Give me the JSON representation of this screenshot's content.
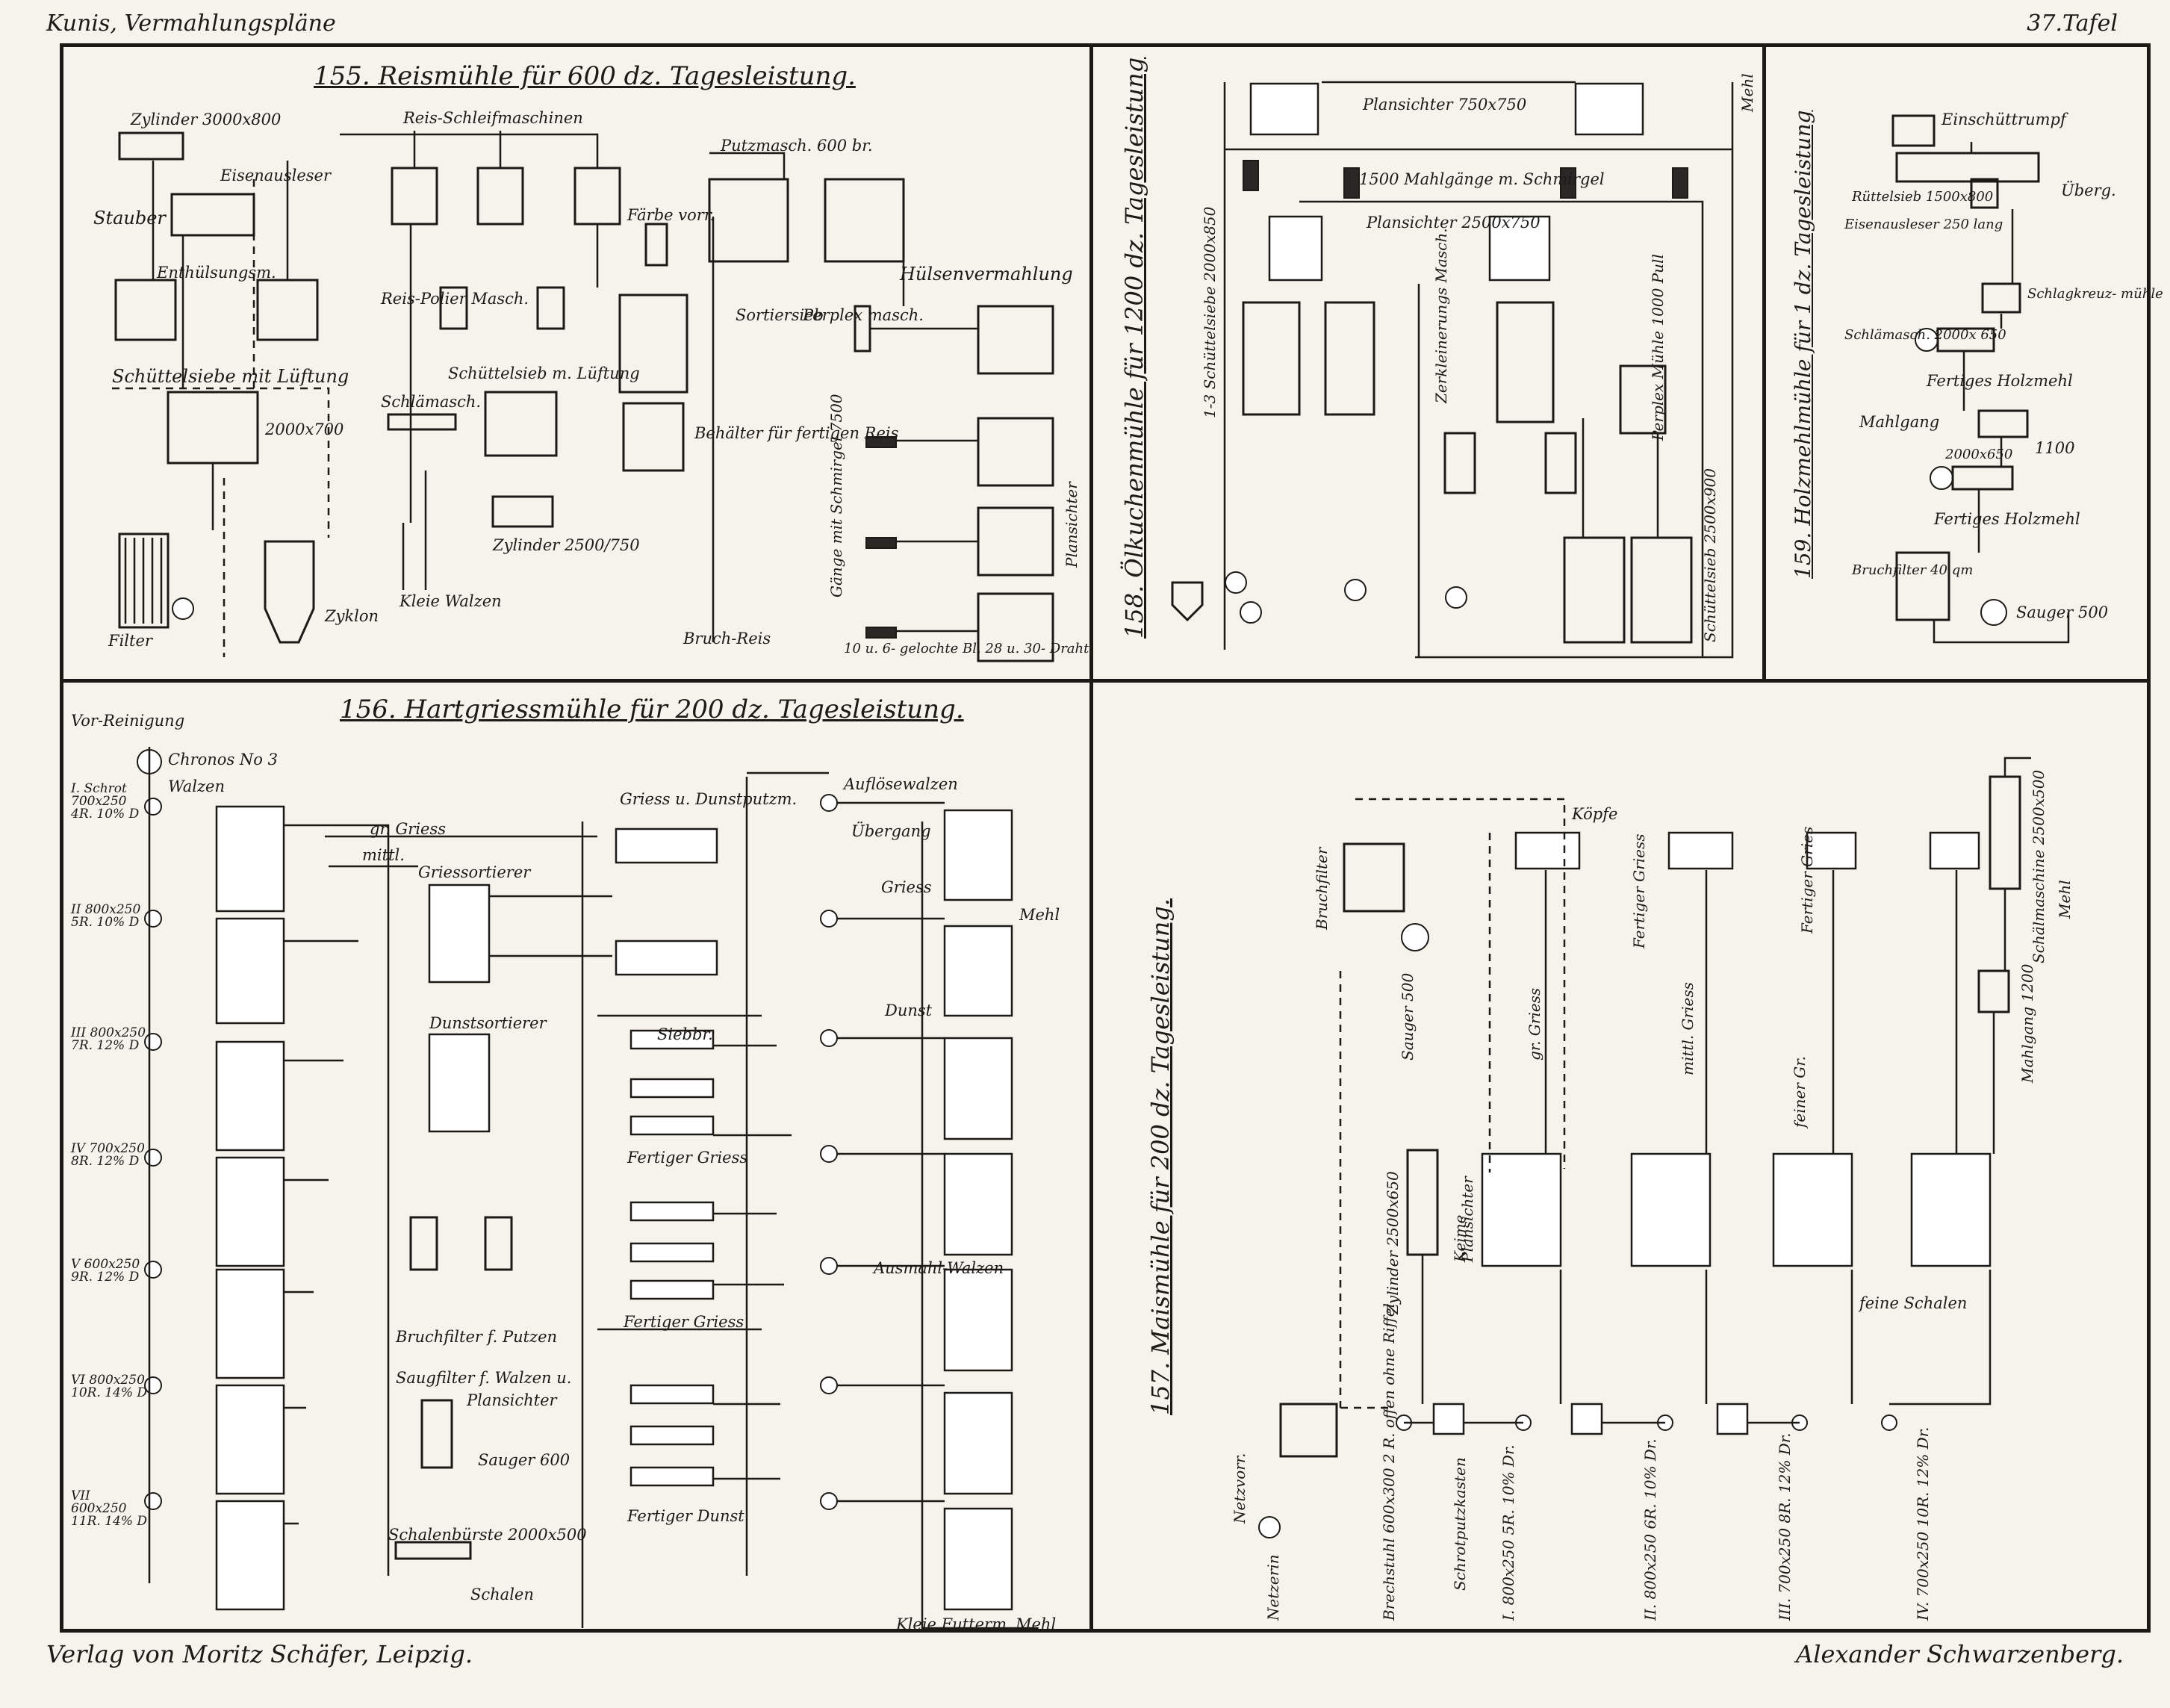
{
  "header": {
    "left": "Kunis, Vermahlungspläne",
    "right": "37.Tafel"
  },
  "footer": {
    "left": "Verlag von Moritz Schäfer, Leipzig.",
    "right": "Alexander Schwarzenberg."
  },
  "plates": {
    "p155": {
      "title": "155. Reismühle für 600 dz. Tagesleistung.",
      "labels": {
        "zylinder": "Zylinder 3000x800",
        "eisenausleser": "Eisenausleser",
        "stauber": "Stauber",
        "enthuelsung": "Enthülsungsm.",
        "schuettelsiebe": "Schüttelsiebe mit Lüftung",
        "dim2000": "2000x700",
        "filter": "Filter",
        "schleifmaschinen": "Reis-Schleifmaschinen",
        "polier": "Reis-Polier Masch.",
        "schuettelsieb": "Schüttelsieb m. Lüftung",
        "schlaemasch": "Schlämasch.",
        "zylinder2": "Zylinder 2500/750",
        "zyklon": "Zyklon",
        "kleie": "Kleie Walzen",
        "putzmasch": "Putzmasch. 600 br.",
        "farbe": "Färbe vorr.",
        "sortiersieb": "Sortiersieb",
        "behaelter": "Behälter für fertigen Reis",
        "bruchreis": "Bruch-Reis",
        "huelsen": "Hülsenvermahlung",
        "perplex": "Perplex masch.",
        "gaenge": "Gänge mit Schmirgel 7500",
        "planssichter": "Plansichter",
        "gelochte": "10 u. 6- gelochte Bl. 28 u. 30- Draht"
      }
    },
    "p156": {
      "title": "156. Hartgriessmühle für 200 dz. Tagesleistung.",
      "labels": {
        "vorreinigung": "Vor-Reinigung",
        "chronos": "Chronos No 3",
        "walzen": "Walzen",
        "schrot1": "I. Schrot 700x250 4R. 10% D",
        "schrot2": "II 800x250 5R. 10% D",
        "schrot3": "III 800x250 7R. 12% D",
        "schrot4": "IV 700x250 8R. 12% D",
        "schrot5": "V 600x250 9R. 12% D",
        "schrot6": "VI 800x250 10R. 14% D",
        "schrot7": "VII 600x250 11R. 14% D",
        "grgriess": "gr. Griess",
        "mittl": "mittl.",
        "griessortierer": "Griessortierer",
        "dunstsortierer": "Dunstsortierer",
        "bruchfilter": "Bruchfilter f. Putzen",
        "saugfilter": "Saugfilter f. Walzen u.",
        "plansichter": "Plansichter",
        "sauger": "Sauger 600",
        "schalenbuerste": "Schalenbürste 2000x500",
        "schalen": "Schalen",
        "aufloese": "Auflösewalzen",
        "uebergang": "Übergang",
        "griess": "Griess",
        "mehl": "Mehl",
        "dunst": "Dunst",
        "fertigergriess": "Fertiger Griess",
        "fertigerdunst": "Fertiger Dunst",
        "rumwalzen": "Ausmahl-Walzen",
        "kleie": "Kleie Futterm.",
        "mehl2": "Mehl",
        "griessuDunst": "Griess u. Dunstputzm.",
        "siebbr": "Siebbr."
      }
    },
    "p158": {
      "title": "158. Ölkuchenmühle für 1200 dz. Tagesleistung",
      "labels": {
        "plansichter": "Plansichter 750x750",
        "mahlgaenge": "1500 Mahlgänge m. Schmirgel",
        "mehl": "Mehl",
        "schuettelsiebe": "1-3 Schüttelsiebe 2000x850",
        "plansichter2": "Plansichter 2500x750",
        "zerkleinerung": "Zerkleinerungs Masch.",
        "perplex": "Perplex Mühle 1000 Pull",
        "schuettelsieb": "Schüttelsieb 2500x900"
      }
    },
    "p157": {
      "title": "157. Maismühle für 200 dz. Tagesleistung.",
      "labels": {
        "bruchfilter": "Bruchfilter",
        "sauger": "Sauger 500",
        "zylinder": "Zylinder 2500x650",
        "keime": "Keime",
        "plansichter": "Plansichter",
        "koepfe": "Köpfe",
        "grgriess": "gr. Griess",
        "fertigergriess": "Fertiger Griess",
        "mittlgriess": "mittl. Griess",
        "feinergr": "feiner Gr.",
        "fertigergries2": "Fertiger Gries",
        "schrotputz": "Schrotputzkasten",
        "feineschalen": "feine Schalen",
        "bereibmasch": "Brechstuhl 600x300 2 R. offen ohne Riffel",
        "netzvorr": "Netzvorr.",
        "netzerin": "Netzerin",
        "schrot1": "I. 800x250 5R. 10% Dr.",
        "schrot2": "II. 800x250 6R. 10% Dr.",
        "schrot3": "III. 700x250 8R. 12% Dr.",
        "schrot4": "IV. 700x250 10R. 12% Dr.",
        "schalenfraese": "Schälmaschine 2500x500",
        "mehl": "Mehl",
        "mahlgang": "Mahlgang 1200"
      }
    },
    "p159": {
      "title": "159. Holzmehlmühle für 1 dz. Tagesleistung",
      "labels": {
        "einschuett": "Einschüttrumpf",
        "ruettelsieb": "Rüttelsieb 1500x800",
        "eisenausleser": "Eisenausleser 250 lang",
        "uberg": "Überg.",
        "schlagkreuz": "Schlagkreuz- mühle",
        "schlaemasch": "Schlämasch. 2000x 650",
        "fertiges": "Fertiges Holzmehl",
        "mahlgang": "Mahlgang",
        "mahlgang2": "1100",
        "dim": "2000x650",
        "fertiges2": "Fertiges Holzmehl",
        "bruchfilter": "Bruchfilter 40 qm",
        "sauger": "Sauger 500"
      }
    }
  }
}
